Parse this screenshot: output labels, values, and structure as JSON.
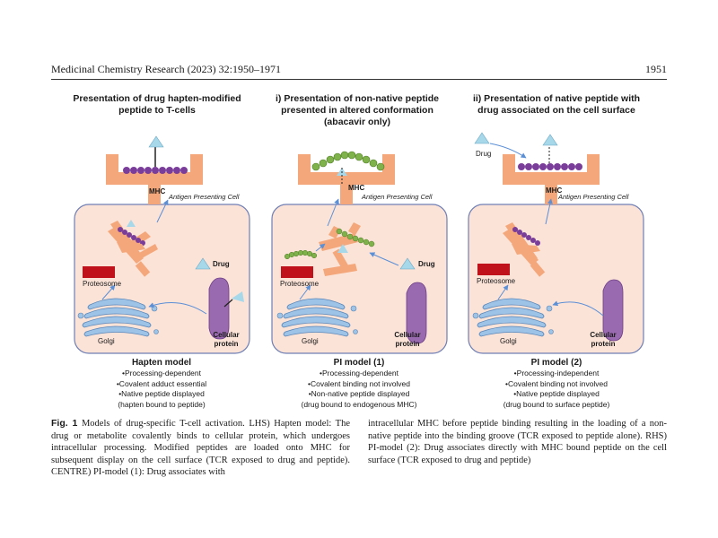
{
  "header": {
    "journal": "Medicinal Chemistry Research (2023) 32:1950–1971",
    "page": "1951"
  },
  "panels": [
    {
      "title_lines": [
        "Presentation of drug hapten-modified",
        "peptide to T-cells"
      ],
      "mhc_label": "MHC",
      "apc_label": "Antigen Presenting Cell",
      "proteosome_label": "Proteosome",
      "golgi_label": "Golgi",
      "drug_label": "Drug",
      "protein_label_lines": [
        "Cellular",
        "protein"
      ],
      "model_title": "Hapten model",
      "bullets": [
        "•Processing-dependent",
        "•Covalent adduct essential",
        "•Native peptide displayed",
        "(hapten bound to peptide)"
      ]
    },
    {
      "title_lines": [
        "i) Presentation of non-native peptide",
        "presented in altered conformation",
        "(abacavir only)"
      ],
      "mhc_label": "MHC",
      "apc_label": "Antigen Presenting Cell",
      "proteosome_label": "Proteosome",
      "golgi_label": "Golgi",
      "drug_label": "Drug",
      "protein_label_lines": [
        "Cellular",
        "protein"
      ],
      "model_title": "PI model (1)",
      "bullets": [
        "•Processing-dependent",
        "•Covalent binding not involved",
        "•Non-native peptide displayed",
        "(drug bound to endogenous MHC)"
      ]
    },
    {
      "title_lines": [
        "ii) Presentation of native peptide with",
        "drug associated on the cell surface"
      ],
      "mhc_label": "MHC",
      "apc_label": "Antigen Presenting Cell",
      "proteosome_label": "Proteosome",
      "golgi_label": "Golgi",
      "drug_label": "Drug",
      "protein_label_lines": [
        "Cellular",
        "protein"
      ],
      "model_title": "PI model (2)",
      "bullets": [
        "•Processing-independent",
        "•Covalent binding not involved",
        "•Native peptide displayed",
        "(drug bound to surface peptide)"
      ]
    }
  ],
  "caption": {
    "label": "Fig. 1",
    "left": " Models of drug-specific T-cell activation. LHS) Hapten model: The drug or metabolite covalently binds to cellular protein, which undergoes intracellular processing. Modified peptides are loaded onto MHC for subsequent display on the cell surface (TCR exposed to drug and peptide). CENTRE) PI-model (1): Drug associates with",
    "right": "intracellular MHC before peptide binding resulting in the loading of a non-native peptide into the binding groove (TCR exposed to peptide alone). RHS) PI-model (2): Drug associates directly with MHC bound peptide on the cell surface (TCR exposed to drug and peptide)"
  },
  "colors": {
    "mhc": "#f4a77a",
    "cell_fill": "#fbe3d8",
    "cell_border": "#6f7fb5",
    "proteosome": "#c0121a",
    "peptide_purple": "#7a3d9a",
    "peptide_green": "#7fb24a",
    "drug": "#a6d8ea",
    "protein": "#9a6ab0",
    "golgi": "#9dc3e6",
    "arrow": "#5b8fd6"
  }
}
